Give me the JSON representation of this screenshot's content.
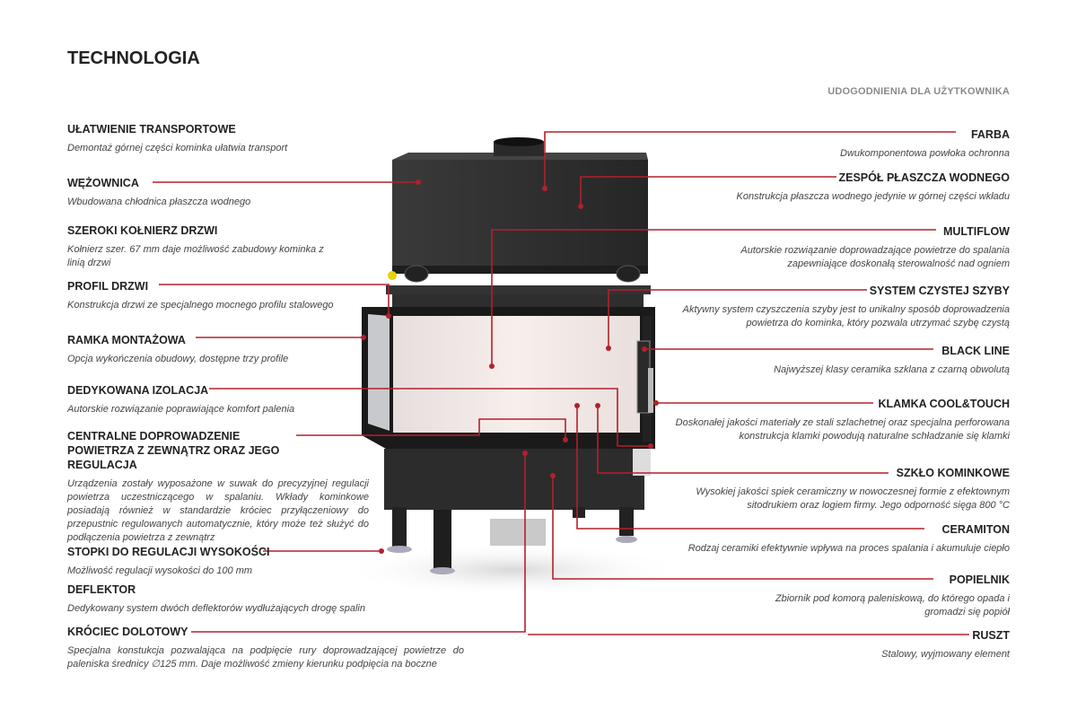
{
  "header": {
    "title": "TECHNOLOGIA",
    "subtitle": "UDOGODNIENIA DLA UŻYTKOWNIKA"
  },
  "left_features": [
    {
      "heading": "UŁATWIENIE TRANSPORTOWE",
      "text": "Demontaż górnej części kominka ułatwia transport"
    },
    {
      "heading": "WĘŻOWNICA",
      "text": "Wbudowana chłodnica płaszcza wodnego"
    },
    {
      "heading": "SZEROKI KOŁNIERZ DRZWI",
      "text": "Kołnierz szer. 67 mm daje możliwość zabudowy kominka z linią drzwi"
    },
    {
      "heading": "PROFIL DRZWI",
      "text": "Konstrukcja drzwi ze specjalnego mocnego profilu stalowego"
    },
    {
      "heading": "RAMKA MONTAŻOWA",
      "text": "Opcja wykończenia obudowy, dostępne trzy profile"
    },
    {
      "heading": "DEDYKOWANA IZOLACJA",
      "text": "Autorskie rozwiązanie poprawiające komfort palenia"
    },
    {
      "heading": "CENTRALNE DOPROWADZENIE POWIETRZA Z ZEWNĄTRZ ORAZ JEGO REGULACJA",
      "text": "Urządzenia zostały wyposażone w suwak do precyzyjnej regulacji powietrza uczestniczącego w spalaniu. Wkłady kominkowe posiadają również w standardzie króciec przyłączeniowy do przepustnic regulowanych automatycznie, który może też służyć do podłączenia powietrza z zewnątrz"
    },
    {
      "heading": "STOPKI DO REGULACJI WYSOKOŚCI",
      "text": "Możliwość regulacji wysokości do 100 mm"
    },
    {
      "heading": "DEFLEKTOR",
      "text": "Dedykowany system dwóch deflektorów wydłużających drogę spalin"
    },
    {
      "heading": "KRÓCIEC DOLOTOWY",
      "text": "Specjalna konstukcja pozwalająca na podpięcie rury doprowadzającej powietrze do paleniska średnicy ∅125 mm. Daje możliwość zmieny kierunku podpięcia na boczne"
    }
  ],
  "right_features": [
    {
      "heading": "FARBA",
      "text": "Dwukomponentowa powłoka ochronna"
    },
    {
      "heading": "ZESPÓŁ PŁASZCZA WODNEGO",
      "text": "Konstrukcja płaszcza wodnego jedynie w górnej części wkładu"
    },
    {
      "heading": "MULTIFLOW",
      "text": "Autorskie rozwiązanie doprowadzające powietrze do spalania zapewniające doskonałą sterowalność nad ogniem"
    },
    {
      "heading": "SYSTEM CZYSTEJ SZYBY",
      "text": "Aktywny system czyszczenia szyby jest to unikalny sposób doprowadzenia powietrza do kominka, który pozwala utrzymać szybę  czystą"
    },
    {
      "heading": "BLACK LINE",
      "text": "Najwyższej klasy ceramika szklana z czarną obwolutą"
    },
    {
      "heading": "KLAMKA COOL&TOUCH",
      "text": "Doskonałej jakości materiały ze stali szlachetnej oraz specjalna perforowana konstrukcja klamki powodują naturalne schładzanie się klamki"
    },
    {
      "heading": "SZKŁO KOMINKOWE",
      "text": "Wysokiej jakości spiek ceramiczny w nowoczesnej formie z efektownym sitodrukiem oraz logiem firmy. Jego odporność sięga 800 °C"
    },
    {
      "heading": "CERAMITON",
      "text": "Rodzaj ceramiki efektywnie wpływa na proces spalania i akumuluje ciepło"
    },
    {
      "heading": "POPIELNIK",
      "text": "Zbiornik pod komorą paleniskową, do którego opada i gromadzi się popiół"
    },
    {
      "heading": "RUSZT",
      "text": "Stalowy, wyjmowany element"
    }
  ],
  "colors": {
    "callout": "#b3202c",
    "body": "#2b2b2b",
    "glass": "#f3ebe8"
  }
}
